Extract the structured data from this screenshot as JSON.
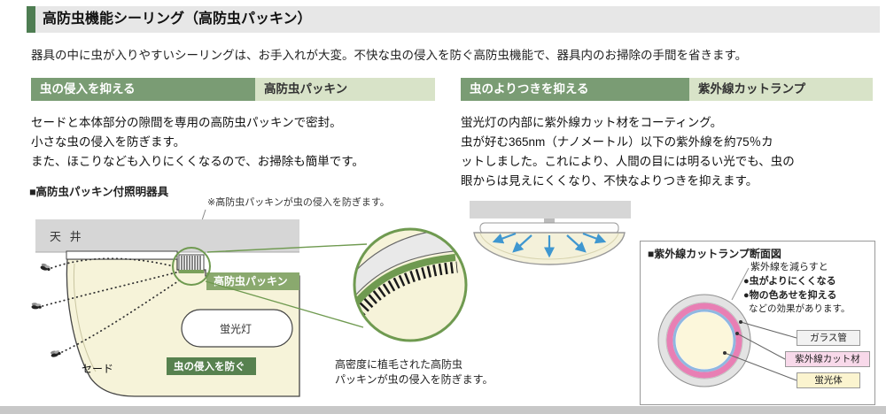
{
  "header": {
    "title": "高防虫機能シーリング（高防虫パッキン）"
  },
  "intro": "器具の中に虫が入りやすいシーリングは、お手入れが大変。不快な虫の侵入を防ぐ高防虫機能で、器具内のお掃除の手間を省きます。",
  "left": {
    "tag": "虫の侵入を抑える",
    "tag_sub": "高防虫パッキン",
    "body": [
      "セードと本体部分の隙間を専用の高防虫パッキンで密封。",
      "小さな虫の侵入を防ぎます。",
      "また、ほこりなども入りにくくなるので、お掃除も簡単です。"
    ],
    "diagram": {
      "title": "■高防虫パッキン付照明器具",
      "note": "※高防虫パッキンが虫の侵入を防ぎます。",
      "ceiling_label": "天 井",
      "packing_label": "高防虫パッキン",
      "lamp_label": "蛍光灯",
      "prevent_label": "虫の侵入を防ぐ",
      "shade_label": "セード",
      "zoom_caption_1": "高密度に植毛された高防虫",
      "zoom_caption_2": "パッキンが虫の侵入を防ぎます。"
    }
  },
  "right": {
    "tag": "虫のよりつきを抑える",
    "tag_sub": "紫外線カットランプ",
    "body": [
      "蛍光灯の内部に紫外線カット材をコーティング。",
      "虫が好む365nm（ナノメートル）以下の紫外線を約75％カ",
      "ットしました。これにより、人間の目には明るい光でも、虫の",
      "眼からは見えにくくなり、不快なよりつきを抑えます。"
    ],
    "cross_section": {
      "title": "■紫外線カットランプ断面図",
      "effect_heading": "紫外線を減らすと",
      "effect_1": "●虫がよりにくくなる",
      "effect_2": "●物の色あせを抑える",
      "effect_footer": "などの効果があります。",
      "part_glass": "ガラス管",
      "part_uv": "紫外線カット材",
      "part_phosphor": "蛍光体"
    }
  },
  "colors": {
    "accent_green": "#7a9c74",
    "dark_green": "#4e7d52",
    "light_green_bg": "#d8e3c8",
    "cream": "#f6f3d9",
    "arrow_blue": "#3f97d0",
    "uv_pink": "#e87fb4"
  }
}
